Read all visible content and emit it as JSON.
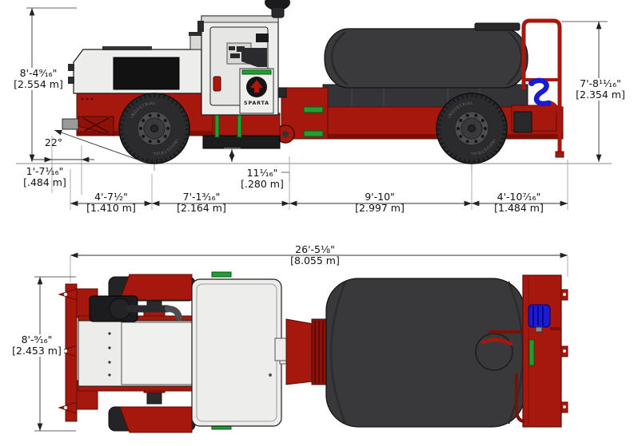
{
  "drawing": {
    "brand": "SPARTA",
    "tire_label": "INDUSTRIAL",
    "side_view": {
      "dimensions": {
        "overall_height": {
          "imperial": "8'-4⁹⁄₁₆\"",
          "metric": "[2.554 m]"
        },
        "rear_height": {
          "imperial": "7'-8¹¹⁄₁₆\"",
          "metric": "[2.354 m]"
        },
        "approach_angle": "22°",
        "front_overhang": {
          "imperial": "1'-7¹⁄₁₆\"",
          "metric": "[.484 m]"
        },
        "ground_clearance": {
          "imperial": "11¹⁄₁₆\"",
          "metric": "[.280 m]"
        },
        "bumper_to_front_axle": {
          "imperial": "4'-7½\"",
          "metric": "[1.410 m]"
        },
        "front_axle_to_hitch": {
          "imperial": "7'-1³⁄₁₆\"",
          "metric": "[2.164 m]"
        },
        "hitch_to_rear_axle": {
          "imperial": "9'-10\"",
          "metric": "[2.997 m]"
        },
        "rear_axle_to_tail": {
          "imperial": "4'-10⁷⁄₁₆\"",
          "metric": "[1.484 m]"
        }
      }
    },
    "top_view": {
      "dimensions": {
        "overall_length": {
          "imperial": "26'-5⅛\"",
          "metric": "[8.055 m]"
        },
        "overall_width": {
          "imperial": "8'-⁹⁄₁₆\"",
          "metric": "[2.453 m]"
        }
      }
    }
  }
}
